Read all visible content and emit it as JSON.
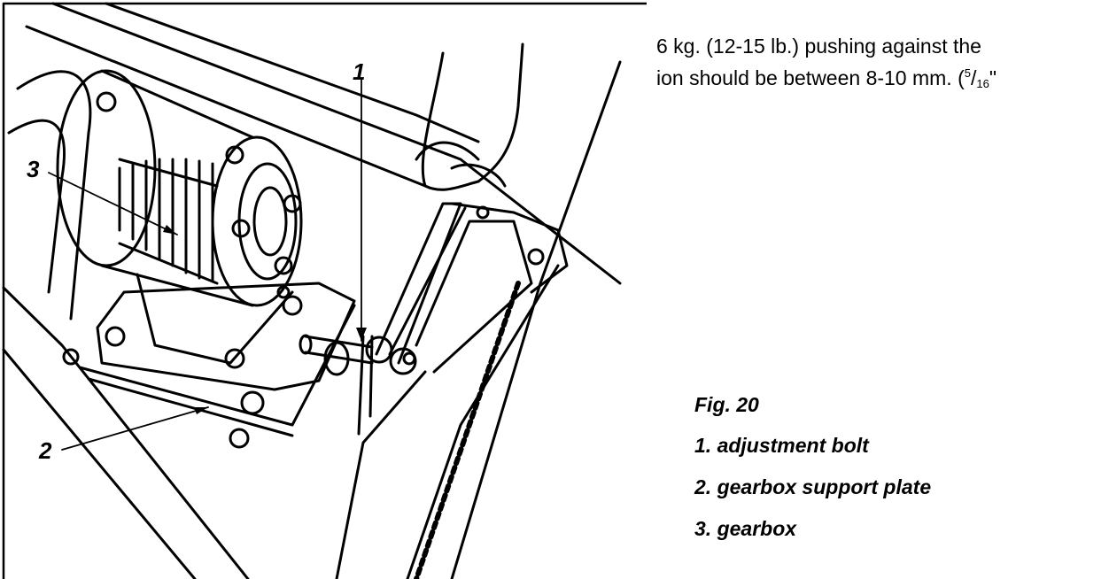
{
  "body_text": {
    "line1": "6 kg. (12-15 lb.) pushing against the",
    "line2_prefix": "ion should be between 8-10 mm. (",
    "frac_num": "5",
    "frac_den": "16",
    "line2_suffix": "\""
  },
  "figure": {
    "callouts": {
      "c1": "1",
      "c2": "2",
      "c3": "3"
    }
  },
  "caption": {
    "title": "Fig. 20",
    "items": [
      "1. adjustment bolt",
      "2. gearbox support plate",
      "3. gearbox"
    ]
  }
}
